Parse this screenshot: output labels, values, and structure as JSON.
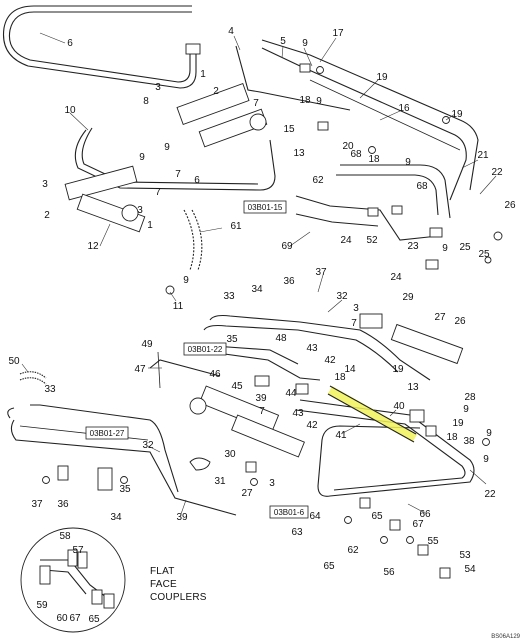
{
  "diagram": {
    "callouts": [
      {
        "id": "c6a",
        "text": "6"
      },
      {
        "id": "c4a",
        "text": "4"
      },
      {
        "id": "c5a",
        "text": "5"
      },
      {
        "id": "c9a",
        "text": "9"
      },
      {
        "id": "c17",
        "text": "17"
      },
      {
        "id": "c1a",
        "text": "1"
      },
      {
        "id": "c3a",
        "text": "3"
      },
      {
        "id": "c2a",
        "text": "2"
      },
      {
        "id": "c8a",
        "text": "8"
      },
      {
        "id": "c7a",
        "text": "7"
      },
      {
        "id": "c15",
        "text": "15"
      },
      {
        "id": "c18a",
        "text": "18"
      },
      {
        "id": "c19a",
        "text": "19"
      },
      {
        "id": "c10",
        "text": "10"
      },
      {
        "id": "c16",
        "text": "16"
      },
      {
        "id": "c9b",
        "text": "9"
      },
      {
        "id": "c9c",
        "text": "9"
      },
      {
        "id": "c9d",
        "text": "9"
      },
      {
        "id": "c13a",
        "text": "13"
      },
      {
        "id": "c20",
        "text": "20"
      },
      {
        "id": "c19b",
        "text": "19"
      },
      {
        "id": "c21",
        "text": "21"
      },
      {
        "id": "c68a",
        "text": "68"
      },
      {
        "id": "c18b",
        "text": "18"
      },
      {
        "id": "c9e",
        "text": "9"
      },
      {
        "id": "c6b",
        "text": "6"
      },
      {
        "id": "c7b",
        "text": "7"
      },
      {
        "id": "c3b",
        "text": "3"
      },
      {
        "id": "c2b",
        "text": "2"
      },
      {
        "id": "c3c",
        "text": "3"
      },
      {
        "id": "c62",
        "text": "62"
      },
      {
        "id": "c68b",
        "text": "68"
      },
      {
        "id": "c22a",
        "text": "22"
      },
      {
        "id": "c26a",
        "text": "26"
      },
      {
        "id": "c7c",
        "text": "7"
      },
      {
        "id": "c1b",
        "text": "1"
      },
      {
        "id": "c61",
        "text": "61"
      },
      {
        "id": "c24a",
        "text": "24"
      },
      {
        "id": "c52",
        "text": "52"
      },
      {
        "id": "c23",
        "text": "23"
      },
      {
        "id": "c9f",
        "text": "9"
      },
      {
        "id": "c25a",
        "text": "25"
      },
      {
        "id": "c25b",
        "text": "25"
      },
      {
        "id": "c12",
        "text": "12"
      },
      {
        "id": "c69",
        "text": "69"
      },
      {
        "id": "c24b",
        "text": "24"
      },
      {
        "id": "c9g",
        "text": "9"
      },
      {
        "id": "c11",
        "text": "11"
      },
      {
        "id": "c37a",
        "text": "37"
      },
      {
        "id": "c36",
        "text": "36"
      },
      {
        "id": "c33a",
        "text": "33"
      },
      {
        "id": "c34a",
        "text": "34"
      },
      {
        "id": "c32a",
        "text": "32"
      },
      {
        "id": "c29",
        "text": "29"
      },
      {
        "id": "c3d",
        "text": "3"
      },
      {
        "id": "c7d",
        "text": "7"
      },
      {
        "id": "c27",
        "text": "27"
      },
      {
        "id": "c26b",
        "text": "26"
      },
      {
        "id": "c35",
        "text": "35"
      },
      {
        "id": "c48",
        "text": "48"
      },
      {
        "id": "c49",
        "text": "49"
      },
      {
        "id": "c43",
        "text": "43"
      },
      {
        "id": "c42a",
        "text": "42"
      },
      {
        "id": "c14",
        "text": "14"
      },
      {
        "id": "c18c",
        "text": "18"
      },
      {
        "id": "c13b",
        "text": "13"
      },
      {
        "id": "c19c",
        "text": "19"
      },
      {
        "id": "c28",
        "text": "28"
      },
      {
        "id": "c50",
        "text": "50"
      },
      {
        "id": "c47",
        "text": "47"
      },
      {
        "id": "c46",
        "text": "46"
      },
      {
        "id": "c45",
        "text": "45"
      },
      {
        "id": "c44",
        "text": "44"
      },
      {
        "id": "c43b",
        "text": "43"
      },
      {
        "id": "c42b",
        "text": "42"
      },
      {
        "id": "c40",
        "text": "40"
      },
      {
        "id": "c9h",
        "text": "9"
      },
      {
        "id": "c19d",
        "text": "19"
      },
      {
        "id": "c33b",
        "text": "33"
      },
      {
        "id": "c39a",
        "text": "39"
      },
      {
        "id": "c7e",
        "text": "7"
      },
      {
        "id": "c41",
        "text": "41"
      },
      {
        "id": "c18d",
        "text": "18"
      },
      {
        "id": "c9i",
        "text": "9"
      },
      {
        "id": "c32b",
        "text": "32"
      },
      {
        "id": "c30",
        "text": "30"
      },
      {
        "id": "c38",
        "text": "38"
      },
      {
        "id": "c9j",
        "text": "9"
      },
      {
        "id": "c31",
        "text": "31"
      },
      {
        "id": "c27b",
        "text": "27"
      },
      {
        "id": "c3e",
        "text": "3"
      },
      {
        "id": "c37b",
        "text": "37"
      },
      {
        "id": "c36b",
        "text": "36"
      },
      {
        "id": "c35b",
        "text": "35"
      },
      {
        "id": "c34b",
        "text": "34"
      },
      {
        "id": "c39b",
        "text": "39"
      },
      {
        "id": "c22b",
        "text": "22"
      },
      {
        "id": "c64",
        "text": "64"
      },
      {
        "id": "c65a",
        "text": "65"
      },
      {
        "id": "c63",
        "text": "63"
      },
      {
        "id": "c62b",
        "text": "62"
      },
      {
        "id": "c66",
        "text": "66"
      },
      {
        "id": "c67a",
        "text": "67"
      },
      {
        "id": "c55",
        "text": "55"
      },
      {
        "id": "c65b",
        "text": "65"
      },
      {
        "id": "c53",
        "text": "53"
      },
      {
        "id": "c56",
        "text": "56"
      },
      {
        "id": "c54",
        "text": "54"
      },
      {
        "id": "c58",
        "text": "58"
      },
      {
        "id": "c57",
        "text": "57"
      },
      {
        "id": "c59",
        "text": "59"
      },
      {
        "id": "c60",
        "text": "60"
      },
      {
        "id": "c67b",
        "text": "67"
      },
      {
        "id": "c65c",
        "text": "65"
      }
    ],
    "ref_boxes": [
      {
        "id": "r1",
        "text": "03B01-15"
      },
      {
        "id": "r2",
        "text": "03B01-22"
      },
      {
        "id": "r3",
        "text": "03B01-27"
      },
      {
        "id": "r4",
        "text": "03B01-6"
      }
    ],
    "legend": {
      "line1": "FLAT",
      "line2": "FACE",
      "line3": "COUPLERS"
    },
    "drawing_code": "BS06A129",
    "highlight_color": "#f2f25a"
  }
}
